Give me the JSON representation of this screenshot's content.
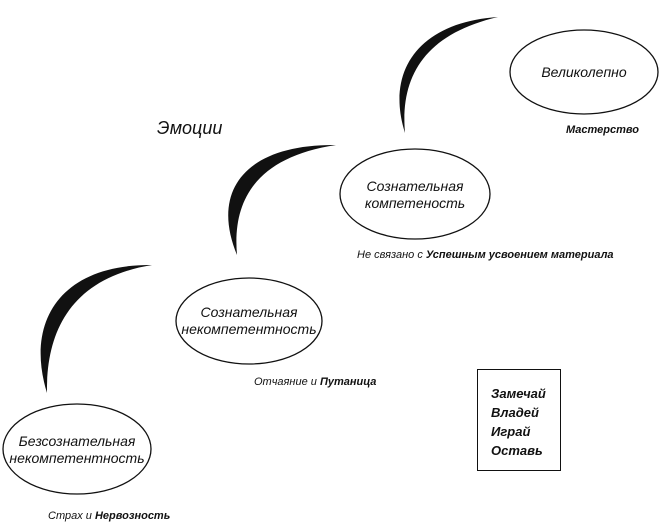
{
  "title": "Эмоции",
  "stages": [
    {
      "lines": [
        "Безсознательная",
        "некомпетентность"
      ],
      "caption_plain": "Страх и",
      "caption_bold": "Нервозность"
    },
    {
      "lines": [
        "Сознательная",
        "некомпетентность"
      ],
      "caption_plain": "Отчаяние и",
      "caption_bold": "Путаница"
    },
    {
      "lines": [
        "Сознательная",
        "компетеность"
      ],
      "caption_plain": "Не связано с",
      "caption_bold": "Успешным усвоением материала"
    },
    {
      "lines": [
        "Великолепно"
      ],
      "caption_plain": "",
      "caption_bold": "Мастерство"
    }
  ],
  "actions": [
    "Замечай",
    "Владей",
    "Играй",
    "Оставь"
  ],
  "colors": {
    "ink": "#111111",
    "background": "#ffffff"
  }
}
